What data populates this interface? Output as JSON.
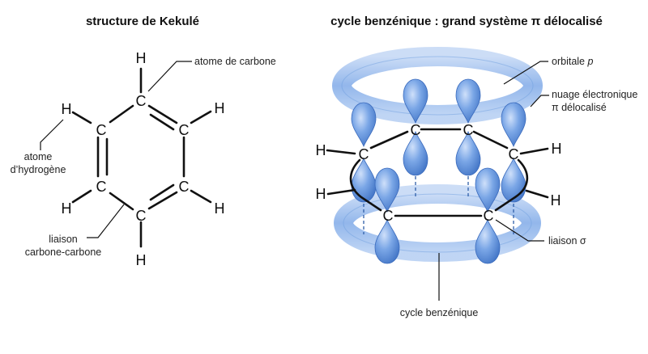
{
  "left": {
    "title": "structure de Kekulé",
    "carbon_symbol": "C",
    "hydrogen_symbol": "H",
    "labels": {
      "carbon_atom": "atome de carbone",
      "hydrogen_atom_line1": "atome",
      "hydrogen_atom_line2": "d’hydrogène",
      "cc_bond_line1": "liaison",
      "cc_bond_line2": "carbone-carbone"
    }
  },
  "right": {
    "title": "cycle benzénique : grand système π délocalisé",
    "carbon_symbol": "C",
    "hydrogen_symbol": "H",
    "labels": {
      "p_orbital_prefix": "orbitale ",
      "p_orbital_letter": "p",
      "cloud_line1": "nuage électronique",
      "cloud_line2": "π délocalisé",
      "sigma_bond": "liaison σ",
      "ring": "cycle benzénique"
    }
  },
  "colors": {
    "orbital": "#6f9fe0",
    "torus": "#a9c6ef",
    "text": "#111111"
  }
}
